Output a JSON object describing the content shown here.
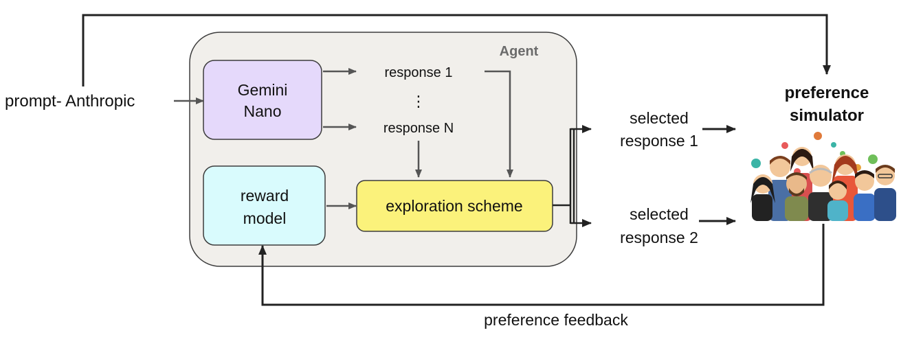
{
  "agent": {
    "title": "Agent",
    "llm": {
      "line1": "Gemini",
      "line2": "Nano"
    },
    "response_first": "response 1",
    "response_dots": "⋮",
    "response_last": "response N",
    "reward_model": {
      "line1": "reward",
      "line2": "model"
    },
    "exploration": "exploration scheme"
  },
  "prompt_label": "prompt- Anthropic",
  "selected": [
    {
      "line1": "selected",
      "line2": "response 1"
    },
    {
      "line1": "selected",
      "line2": "response 2"
    }
  ],
  "simulator": {
    "line1": "preference",
    "line2": "simulator",
    "icon": "people-crowd-icon"
  },
  "feedback_label": "preference feedback",
  "colors": {
    "agent_bg": "#f1efeb",
    "agent_border": "#3c3c3c",
    "llm_fill": "#e5d9fb",
    "reward_fill": "#d9fbfd",
    "exploration_fill": "#fbf27b",
    "arrow": "#555555",
    "line": "#222222"
  }
}
